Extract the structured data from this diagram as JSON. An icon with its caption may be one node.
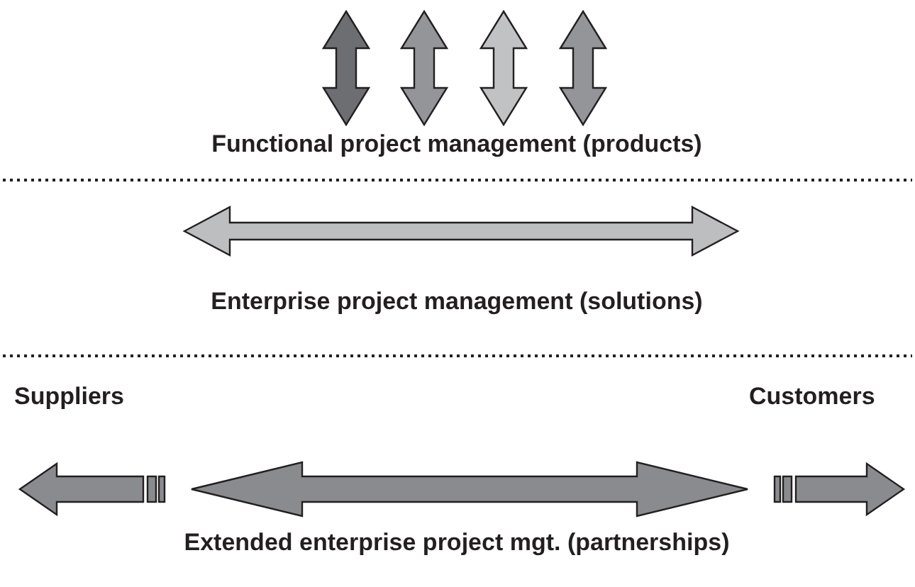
{
  "diagram": {
    "labels": [
      "Functional project management (products)",
      "Enterprise project management (solutions)",
      "Suppliers",
      "Customers",
      "Extended enterprise project mgt. (partnerships)"
    ]
  }
}
